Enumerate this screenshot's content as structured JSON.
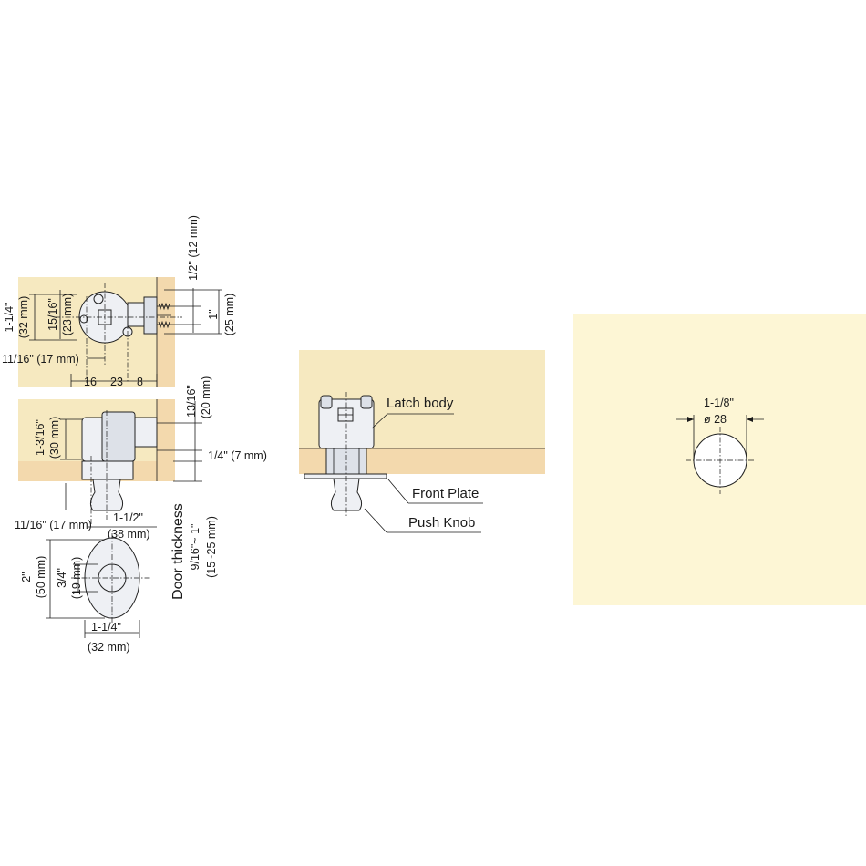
{
  "colors": {
    "cabinet": "#f6e9c0",
    "door": "#f3d9ad",
    "panel": "#fdf6d5",
    "part": "#eef0f4",
    "line": "#1a1a1a"
  },
  "top_view": {
    "height_in": "1-1/4\"",
    "height_mm": "(32 mm)",
    "body_in": "15/16\"",
    "body_mm": "(23 mm)",
    "offset": "11/16\" (17 mm)",
    "dim_a": "16",
    "dim_b": "23",
    "dim_c": "8",
    "screw_in": "1/2\" (12 mm)",
    "spacing_in": "1\"",
    "spacing_mm": "(25 mm)"
  },
  "side_view": {
    "body_in": "1-3/16\"",
    "body_mm": "(30 mm)",
    "knob_offset": "11/16\" (17 mm)",
    "top_in": "13/16\"",
    "top_mm": "(20 mm)",
    "thick": "1/4\" (7 mm)",
    "width_in": "1-1/2\"",
    "width_mm": "(38 mm)",
    "door_title": "Door thickness",
    "door_in": "9/16\"~ 1\"",
    "door_mm": "(15~25 mm)"
  },
  "plate_view": {
    "height_in": "2\"",
    "height_mm": "(50 mm)",
    "hole_in": "3/4\"",
    "hole_mm": "(19 mm)",
    "width_in": "1-1/4\"",
    "width_mm": "(32 mm)"
  },
  "assembly": {
    "latch_body": "Latch body",
    "front_plate": "Front Plate",
    "push_knob": "Push Knob"
  },
  "hole_view": {
    "diameter_in": "1-1/8\"",
    "diameter_mm": "ø 28"
  }
}
